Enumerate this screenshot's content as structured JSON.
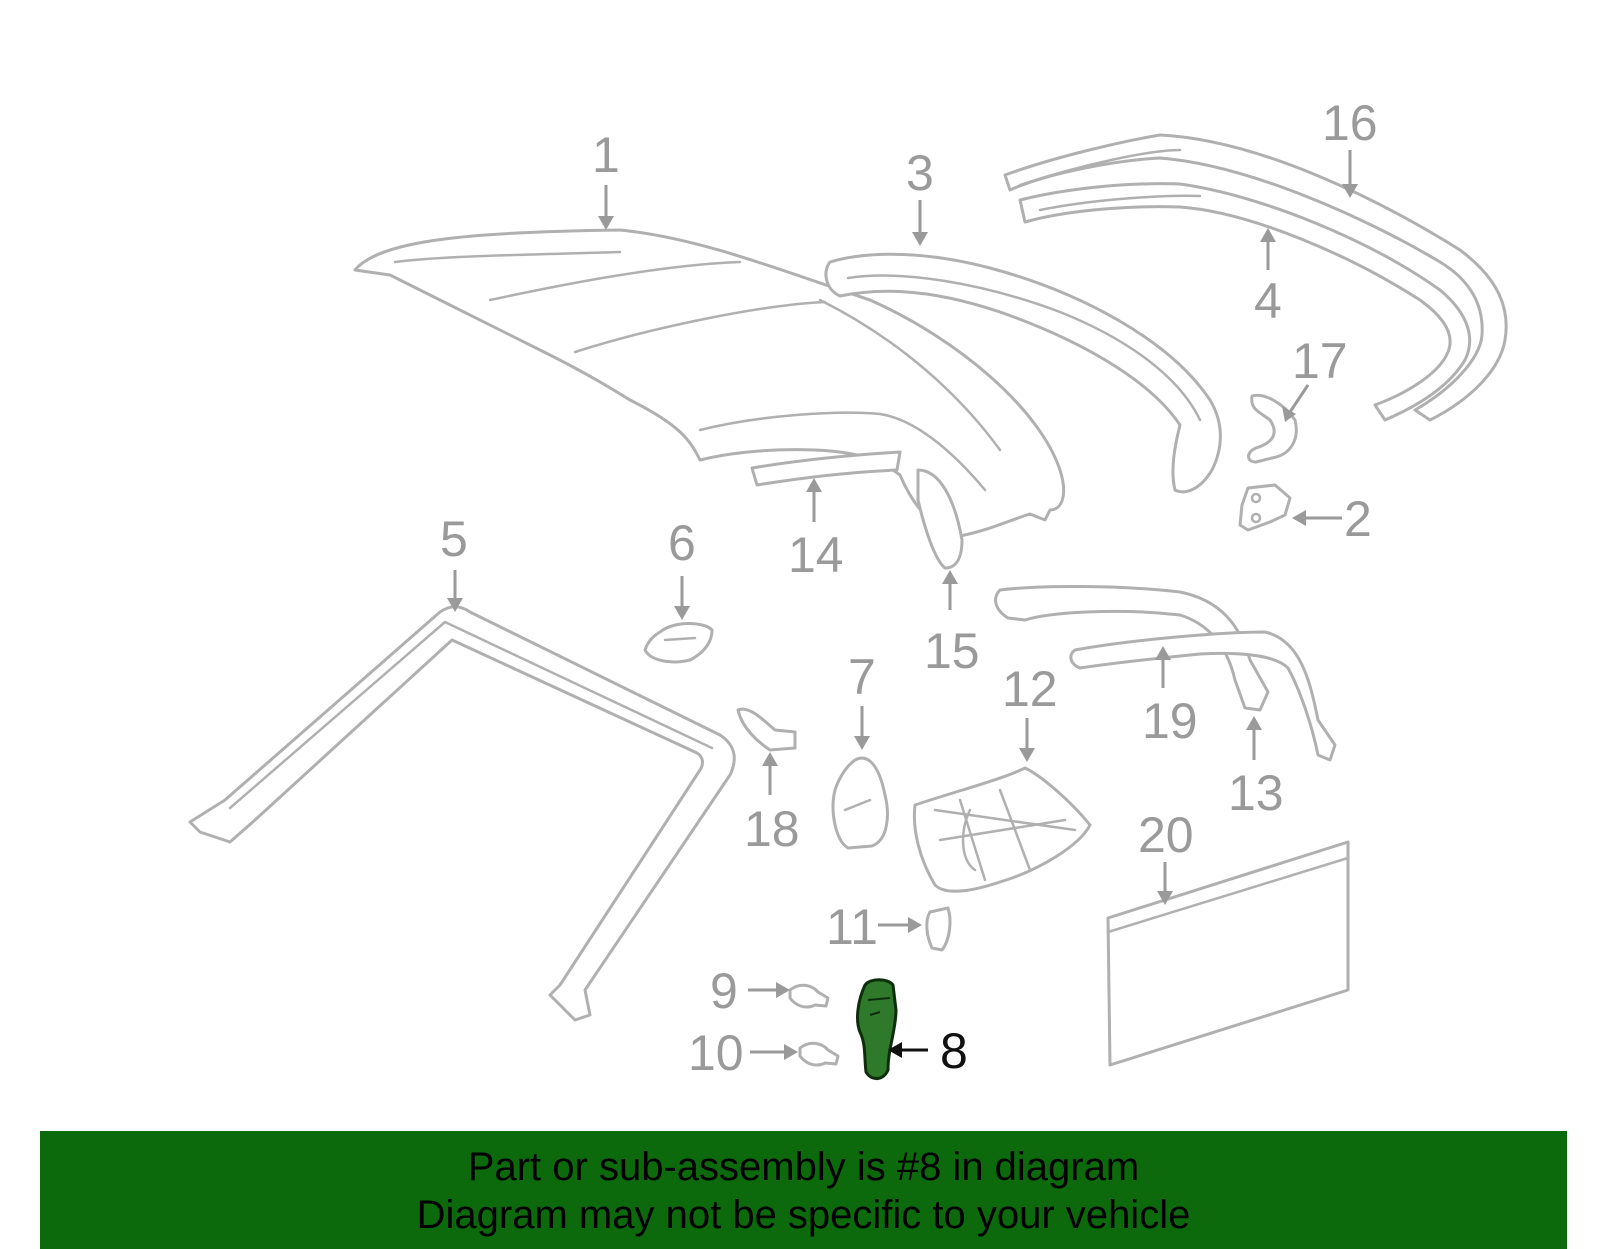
{
  "diagram": {
    "labels": [
      "1",
      "2",
      "3",
      "4",
      "5",
      "6",
      "7",
      "8",
      "9",
      "10",
      "11",
      "12",
      "13",
      "14",
      "15",
      "16",
      "17",
      "18",
      "19",
      "20"
    ],
    "highlighted": "8"
  },
  "banner": {
    "line1": "Part or sub-assembly is #8 in diagram",
    "line2": "Diagram may not be specific to your vehicle",
    "background": "#0c6a0c"
  },
  "colors": {
    "part_line": "#b0b0b0",
    "label": "#9a9a9a",
    "highlight_fill": "#2f7a2a"
  }
}
